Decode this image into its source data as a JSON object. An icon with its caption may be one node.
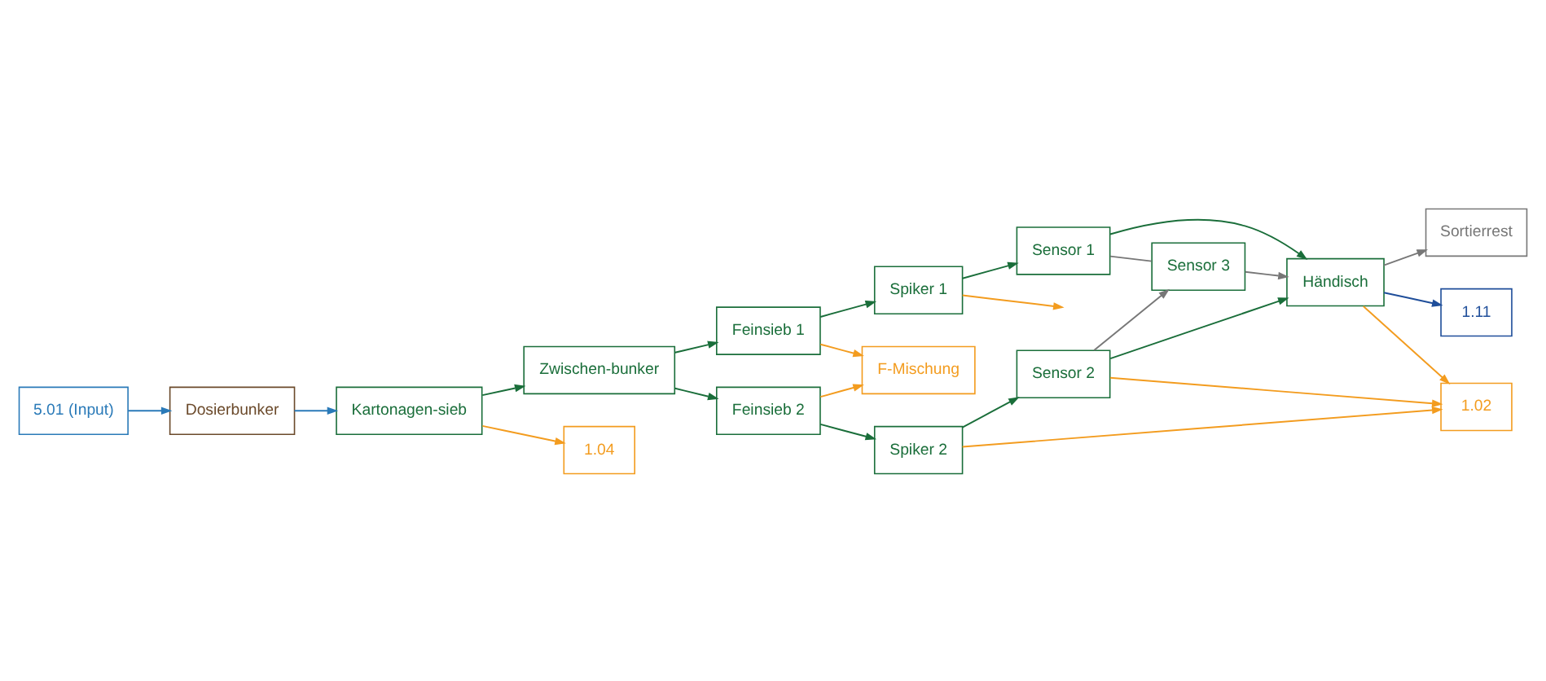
{
  "diagram": {
    "nodes": [
      {
        "text": [
          "5.01 (Input)"
        ]
      },
      {
        "text": [
          "Dosierbunker"
        ]
      },
      {
        "text": [
          "Kartonagen-sieb"
        ]
      },
      {
        "text": [
          "Sortierrest"
        ]
      },
      {
        "text": [
          "Feinsieb 1"
        ]
      },
      {
        "text": [
          "Spiker 1"
        ]
      },
      {
        "text": [
          "Sensor 1"
        ]
      },
      {
        "text": [
          "Händisch"
        ]
      },
      {
        "text": [
          "Sensor 3"
        ]
      },
      {
        "text": [
          "Zwischen-bunker"
        ]
      },
      {
        "text": [
          "Feinsieb 2"
        ]
      },
      {
        "text": [
          "Spiker 2"
        ]
      },
      {
        "text": [
          "Sensor 2"
        ]
      },
      {
        "text": [
          "1.04"
        ]
      },
      {
        "text": [
          "F-Mischung"
        ]
      },
      {
        "text": [
          "1.02"
        ]
      },
      {
        "text": [
          "1.11"
        ]
      }
    ],
    "edges": [
      {
        "from": 0,
        "to": 1,
        "arrow": "to",
        "color": "#2a7ab8"
      },
      {
        "from": 1,
        "to": 2,
        "arrow": "to",
        "color": "#2a7ab8"
      },
      {
        "from": 2,
        "to": 9,
        "arrow": "to"
      },
      {
        "from": 2,
        "to": 13,
        "arrow": "to",
        "color": "#f39c1f"
      },
      {
        "from": 9,
        "to": 4,
        "arrow": "to"
      },
      {
        "from": 9,
        "to": 10,
        "arrow": "to"
      },
      {
        "from": 4,
        "to": 5,
        "arrow": "to"
      },
      {
        "from": 5,
        "to": 6,
        "arrow": "to"
      },
      {
        "from": 10,
        "to": 11,
        "arrow": "to"
      },
      {
        "from": 11,
        "to": 12,
        "arrow": "to"
      },
      {
        "from": 4,
        "to": 14,
        "arrow": "to",
        "color": "#f39c1f"
      },
      {
        "from": 10,
        "to": 14,
        "arrow": "to",
        "color": "#f39c1f"
      },
      {
        "from": 5,
        "to": null,
        "arrow": "to",
        "color": "#f39c1f"
      },
      {
        "from": 11,
        "to": 15,
        "arrow": "to",
        "color": "#f39c1f"
      },
      {
        "from": 6,
        "to": 7,
        "arrow": "to"
      },
      {
        "from": 6,
        "to": 8,
        "arrow": "none",
        "color": "#777777"
      },
      {
        "from": 12,
        "to": 8,
        "arrow": "to",
        "color": "#777777"
      },
      {
        "from": 8,
        "to": 7,
        "arrow": "to",
        "color": "#777777"
      },
      {
        "from": 12,
        "to": 7,
        "arrow": "to"
      },
      {
        "from": 12,
        "to": 15,
        "arrow": "to",
        "color": "#f39c1f"
      },
      {
        "from": 7,
        "to": 3,
        "arrow": "to",
        "color": "#777777"
      },
      {
        "from": 7,
        "to": 15,
        "arrow": "to",
        "color": "#f39c1f"
      },
      {
        "from": 7,
        "to": 16,
        "arrow": "to",
        "color": "#1f4e9a"
      }
    ]
  }
}
